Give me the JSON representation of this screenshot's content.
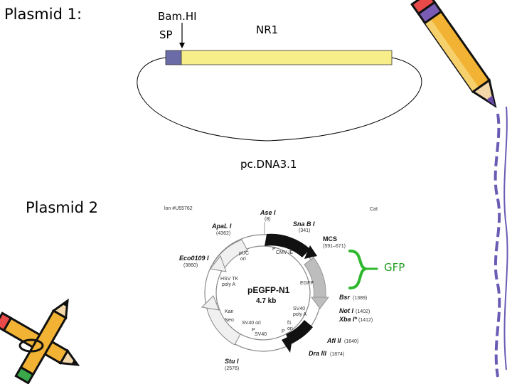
{
  "plasmid1": {
    "title": "Plasmid  1:",
    "bamhi": "Bam.HI",
    "sp": "SP",
    "nr1": "NR1",
    "vector": "pc.DNA3.1"
  },
  "plasmid2": {
    "title": "Plasmid 2",
    "gfp": "GFP",
    "map": {
      "accession": "lon #U55762",
      "cat": "Cat",
      "center_name": "pEGFP-N1",
      "center_size": "4.7 kb",
      "labels": {
        "ase": "Ase I",
        "ase_pos": "(8)",
        "sna": "Sna B I",
        "sna_pos": "(341)",
        "apa": "ApaL I",
        "apa_pos": "(4362)",
        "mcs": "MCS",
        "mcs_pos": "(591–671)",
        "eco": "Eco0109 I",
        "eco_pos": "(3860)",
        "puc": "pUC",
        "puc2": "ori",
        "pcmv": "P",
        "pcmv2": "CMV IE",
        "hsv": "HSV TK",
        "hsv2": "poly A",
        "egfp": "EGFP",
        "bsr": "Bsr",
        "bsr_pos": "(1389)",
        "not": "Not I",
        "not_pos": "(1402)",
        "xba": "Xba I*",
        "xba_pos": "(1412)",
        "kan": "Kan",
        "neo": "Neo",
        "sv40polya": "SV40",
        "sv40polya2": "poly A",
        "f1": "f1",
        "f1b": "ori",
        "sv40ori": "SV40 ori",
        "psv40": "P",
        "psv40b": "SV40",
        "afl": "Afl II",
        "afl_pos": "(1640)",
        "pe": "P",
        "dra": "Dra III",
        "dra_pos": "(1874)",
        "stu": "Stu I",
        "stu_pos": "(2576)"
      }
    }
  },
  "colors": {
    "signal_peptide": "#6b6ba8",
    "nr1_bar": "#f7ee8a",
    "gfp_brace": "#2db82d",
    "gfp_text": "#1f9e1f"
  },
  "icons": [
    "pencil-icon",
    "crossed-pencils-icon"
  ]
}
